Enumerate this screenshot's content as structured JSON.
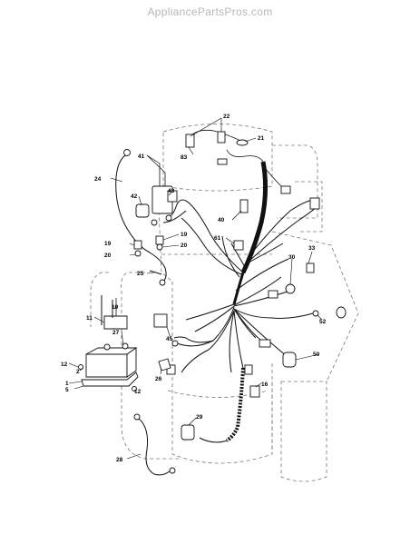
{
  "watermark": "AppliancePartsPros.com",
  "callouts": {
    "c1": "1",
    "c2": "2",
    "c5": "5",
    "c10": "10",
    "c11": "11",
    "c12a": "12",
    "c12b": "12",
    "c16": "16",
    "c19a": "19",
    "c19b": "19",
    "c20a": "20",
    "c20b": "20",
    "c21": "21",
    "c22": "22",
    "c24": "24",
    "c25": "25",
    "c26": "26",
    "c27": "27",
    "c28": "28",
    "c29": "29",
    "c30": "30",
    "c33": "33",
    "c40": "40",
    "c41": "41",
    "c42": "42",
    "c43": "43",
    "c45": "45",
    "c50": "50",
    "c52": "52",
    "c61": "61",
    "c83": "83"
  }
}
